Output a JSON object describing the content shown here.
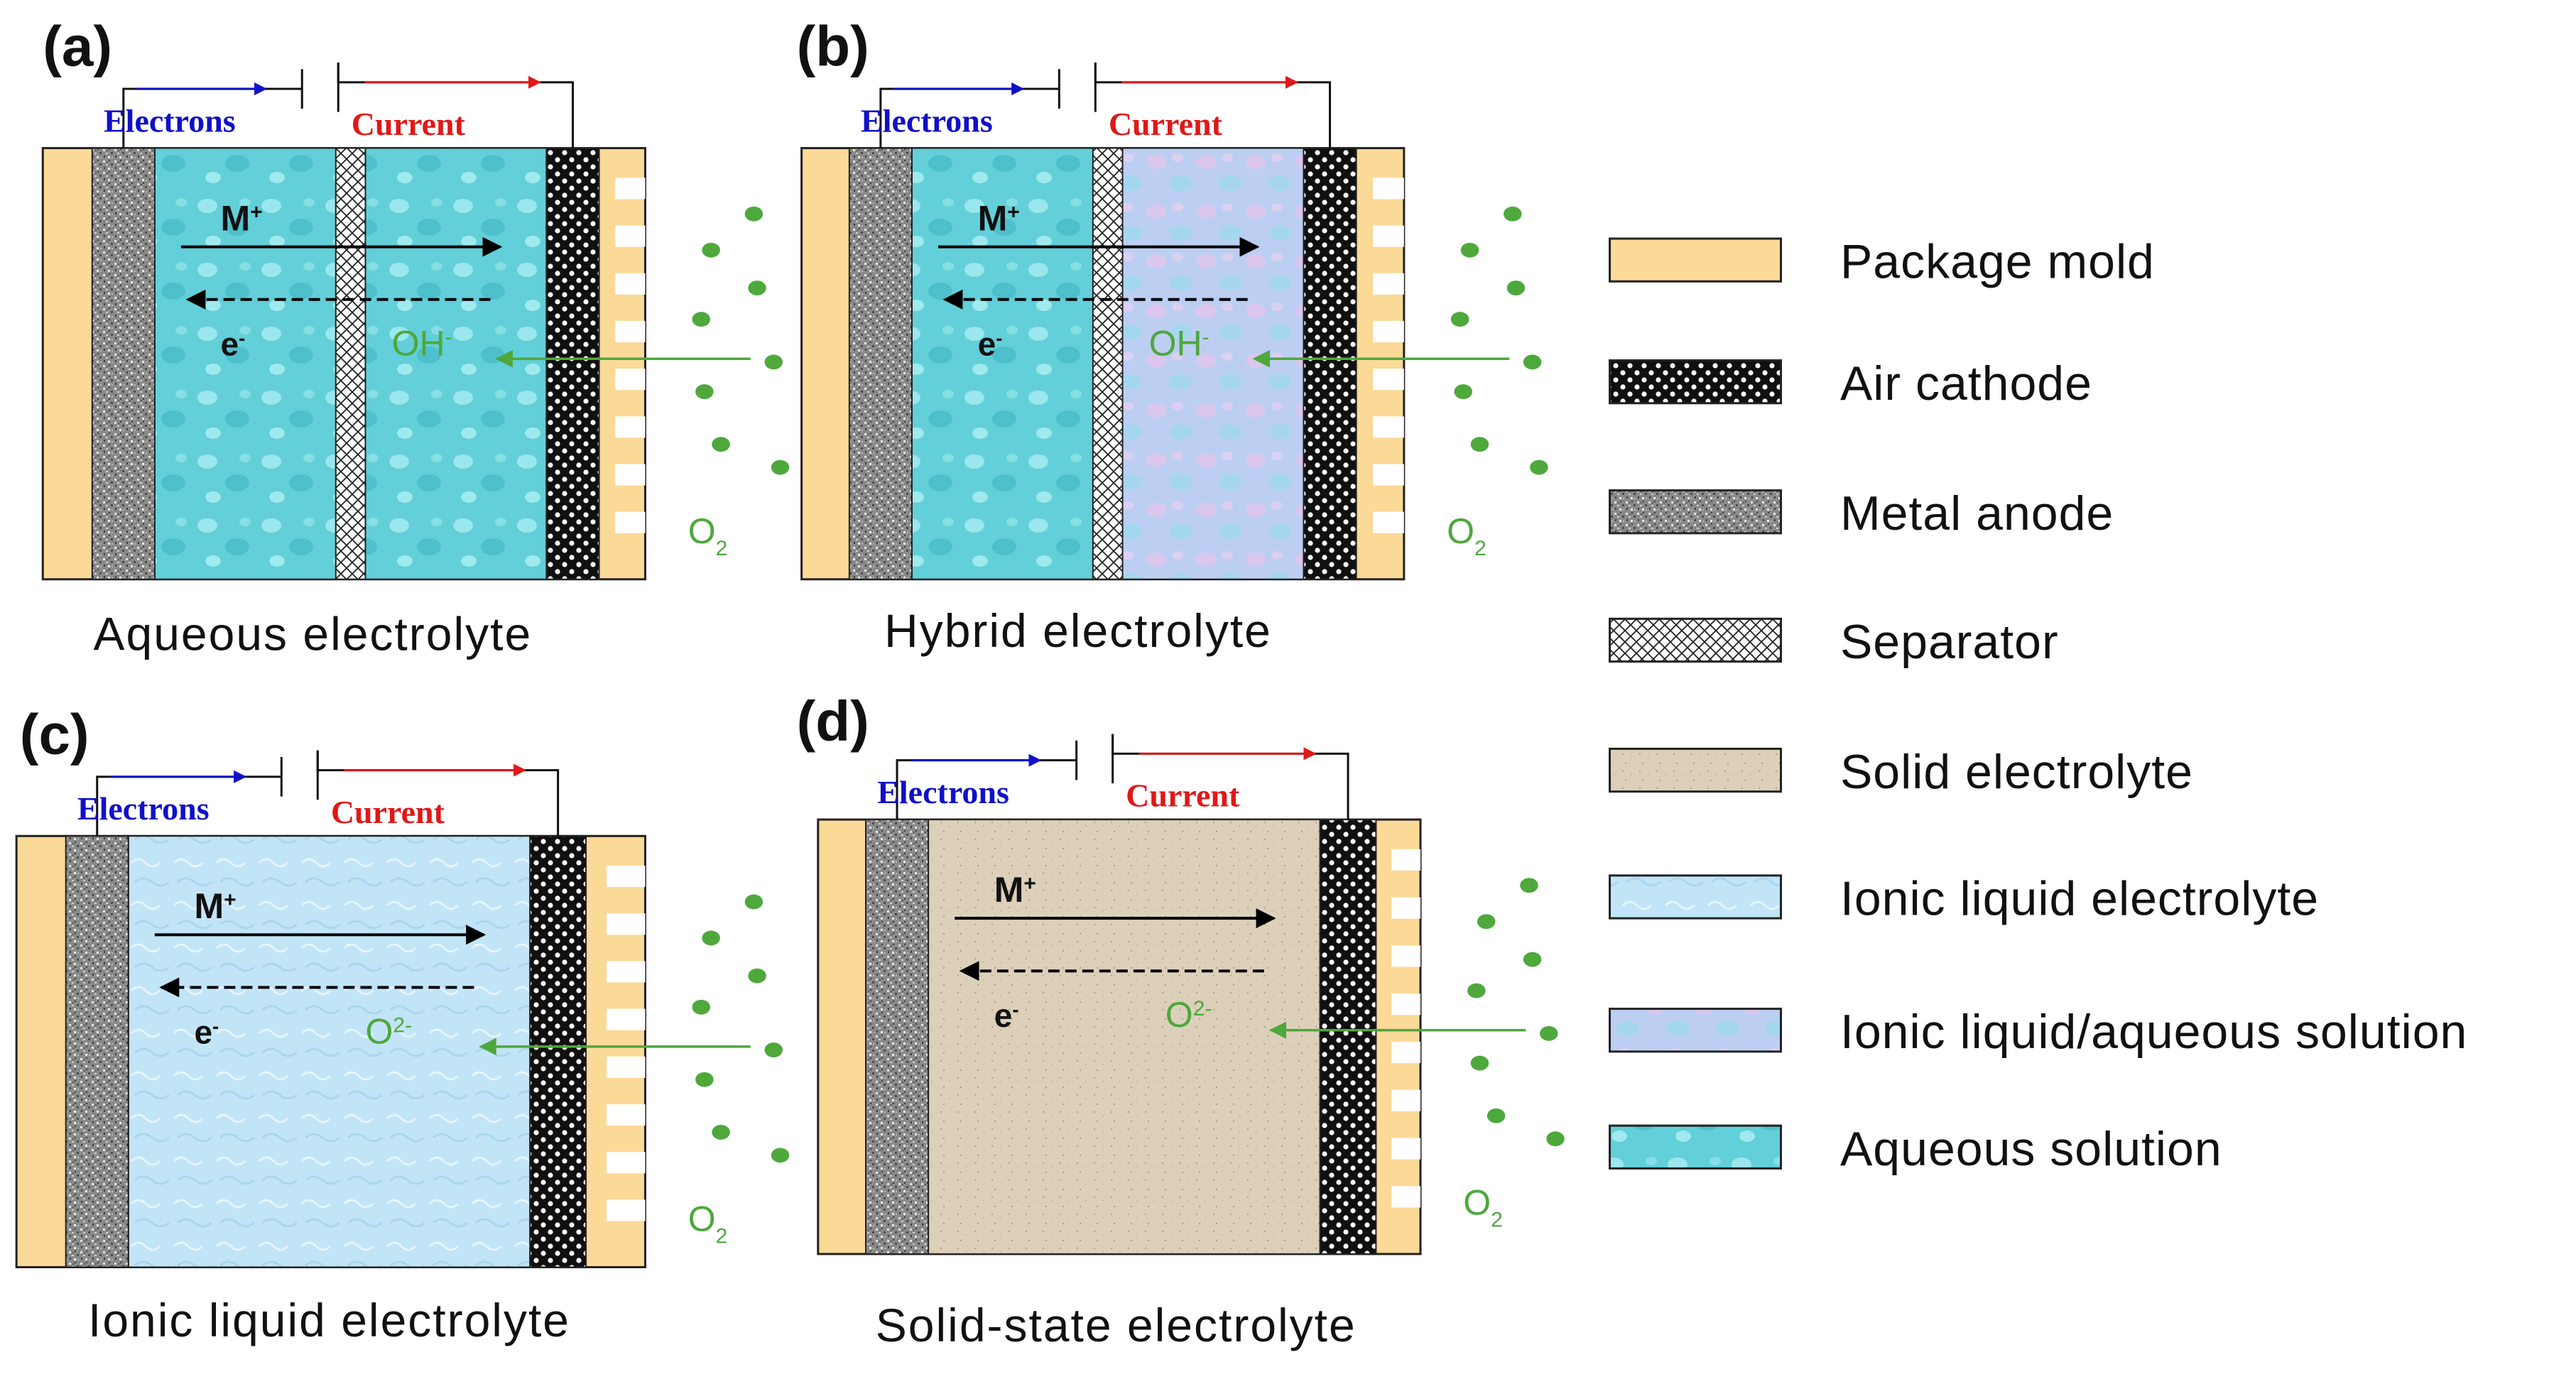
{
  "panels": [
    {
      "letter": "(a)",
      "caption": "Aqueous electrolyte",
      "ion": "M",
      "ion_sup": "+",
      "electron": "e",
      "electron_sup": "-",
      "anion": "OH",
      "anion_sup": "-",
      "oxygen": "O",
      "oxygen_sub": "2",
      "electrons_label": "Electrons",
      "current_label": "Current",
      "electrolyte": "aqueous",
      "separator": true,
      "hybrid": false
    },
    {
      "letter": "(b)",
      "caption": "Hybrid electrolyte",
      "ion": "M",
      "ion_sup": "+",
      "electron": "e",
      "electron_sup": "-",
      "anion": "OH",
      "anion_sup": "-",
      "oxygen": "O",
      "oxygen_sub": "2",
      "electrons_label": "Electrons",
      "current_label": "Current",
      "electrolyte": "aqueous",
      "separator": true,
      "hybrid": true
    },
    {
      "letter": "(c)",
      "caption": "Ionic liquid electrolyte",
      "ion": "M",
      "ion_sup": "+",
      "electron": "e",
      "electron_sup": "-",
      "anion": "O",
      "anion_sup": "2-",
      "oxygen": "O",
      "oxygen_sub": "2",
      "electrons_label": "Electrons",
      "current_label": "Current",
      "electrolyte": "ionic",
      "separator": false,
      "hybrid": false
    },
    {
      "letter": "(d)",
      "caption": "Solid-state electrolyte",
      "ion": "M",
      "ion_sup": "+",
      "electron": "e",
      "electron_sup": "-",
      "anion": "O",
      "anion_sup": "2-",
      "oxygen": "O",
      "oxygen_sub": "2",
      "electrons_label": "Electrons",
      "current_label": "Current",
      "electrolyte": "solid",
      "separator": false,
      "hybrid": false
    }
  ],
  "legend": [
    {
      "pattern": "package",
      "label": "Package mold"
    },
    {
      "pattern": "cathode",
      "label": "Air cathode"
    },
    {
      "pattern": "anode",
      "label": "Metal anode"
    },
    {
      "pattern": "separator",
      "label": "Separator"
    },
    {
      "pattern": "solid",
      "label": "Solid electrolyte"
    },
    {
      "pattern": "ionic",
      "label": "Ionic liquid electrolyte"
    },
    {
      "pattern": "hybrid",
      "label": "Ionic liquid/aqueous  solution"
    },
    {
      "pattern": "aqueous",
      "label": "Aqueous solution"
    }
  ],
  "colors": {
    "package": "#fbd997",
    "aqueous": "#5fd0d8",
    "ionic": "#bfe3f6",
    "solid": "#ddcfb9",
    "hybrid": "#b9ccf0",
    "electrons_arrow": "#1010c8",
    "current_arrow": "#e01818",
    "oxygen_green": "#4ea83c",
    "anion_green": "#4ea83c"
  }
}
